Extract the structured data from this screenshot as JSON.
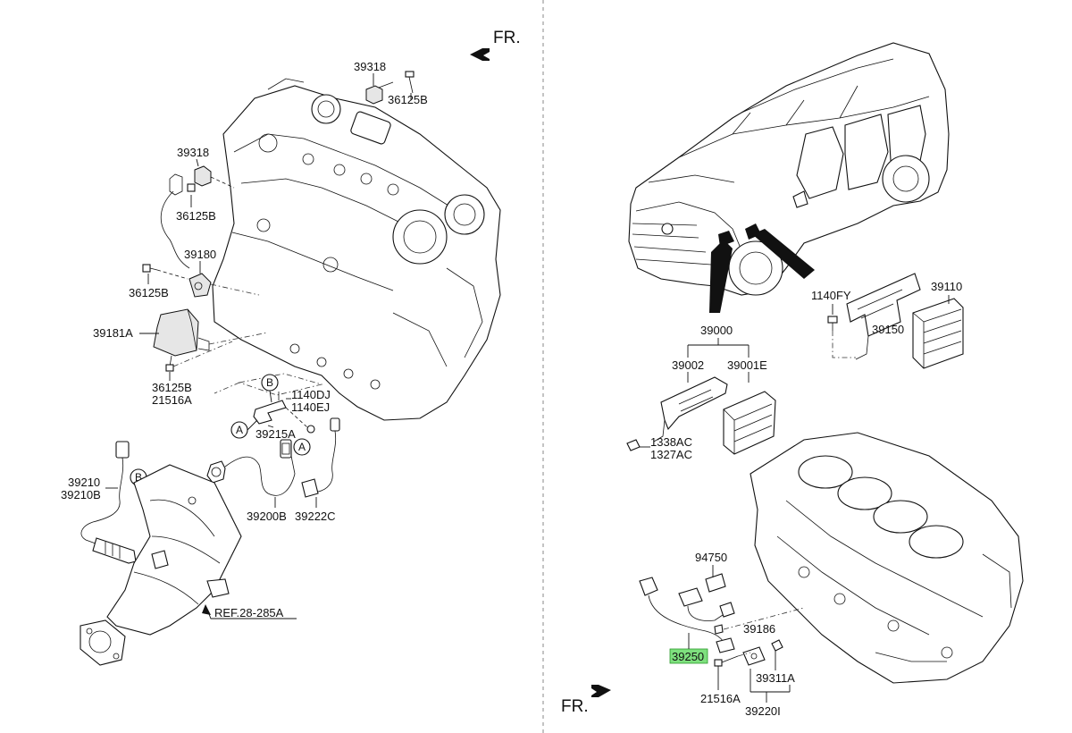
{
  "orientation": {
    "left_fr": "FR.",
    "right_fr": "FR."
  },
  "left": {
    "labels": {
      "p39318_top": "39318",
      "p36125B_top": "36125B",
      "p39318_mid": "39318",
      "p36125B_mid": "36125B",
      "p39180": "39180",
      "p36125B_side": "36125B",
      "p39181A": "39181A",
      "p36125B_low": "36125B",
      "p21516A": "21516A",
      "p1140DJ": "1140DJ",
      "p1140EJ": "1140EJ",
      "p39215A": "39215A",
      "p39210": "39210",
      "p39210B": "39210B",
      "p39200B": "39200B",
      "p39222C": "39222C",
      "ref": "REF.28-285A"
    },
    "callouts": {
      "a1": "A",
      "a2": "A",
      "b1": "B",
      "b2": "B"
    }
  },
  "right": {
    "labels": {
      "p1140FY": "1140FY",
      "p39110": "39110",
      "p39150": "39150",
      "p39000": "39000",
      "p39002": "39002",
      "p39001E": "39001E",
      "p1338AC": "1338AC",
      "p1327AC": "1327AC",
      "p94750": "94750",
      "p39186": "39186",
      "p39250": "39250",
      "p21516A": "21516A",
      "p39311A": "39311A",
      "p39220I": "39220I"
    },
    "highlight_color": "#7ee07e"
  }
}
